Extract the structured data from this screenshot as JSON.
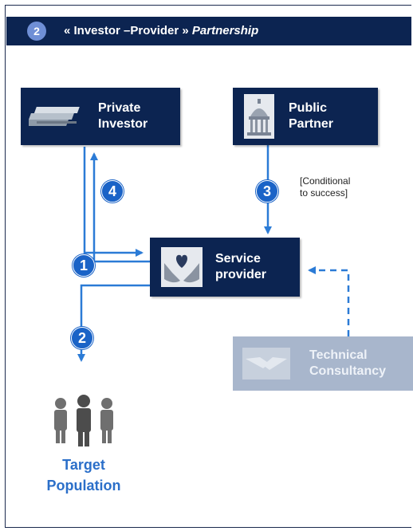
{
  "header": {
    "step_number": "2",
    "title_main": "« Investor –Provider » ",
    "title_italic": "Partnership"
  },
  "nodes": {
    "private_investor": {
      "label": "Private\nInvestor",
      "icon": "money-stack-icon"
    },
    "public_partner": {
      "label": "Public\nPartner",
      "icon": "capitol-building-icon"
    },
    "service_provider": {
      "label": "Service\nprovider",
      "icon": "hands-heart-icon"
    },
    "technical_consultancy": {
      "label": "Technical\nConsultancy",
      "icon": "handshake-icon"
    },
    "target_population": {
      "label": "Target\nPopulation",
      "icon": "people-group-icon"
    }
  },
  "steps": [
    "1",
    "2",
    "3",
    "4"
  ],
  "note": "[Conditional\nto success]",
  "colors": {
    "box": "#0c2451",
    "arrow": "#2b7bd6",
    "badge": "#1a63c7",
    "faded_box": "#a8b6cc",
    "target_text": "#2b6fc9"
  }
}
